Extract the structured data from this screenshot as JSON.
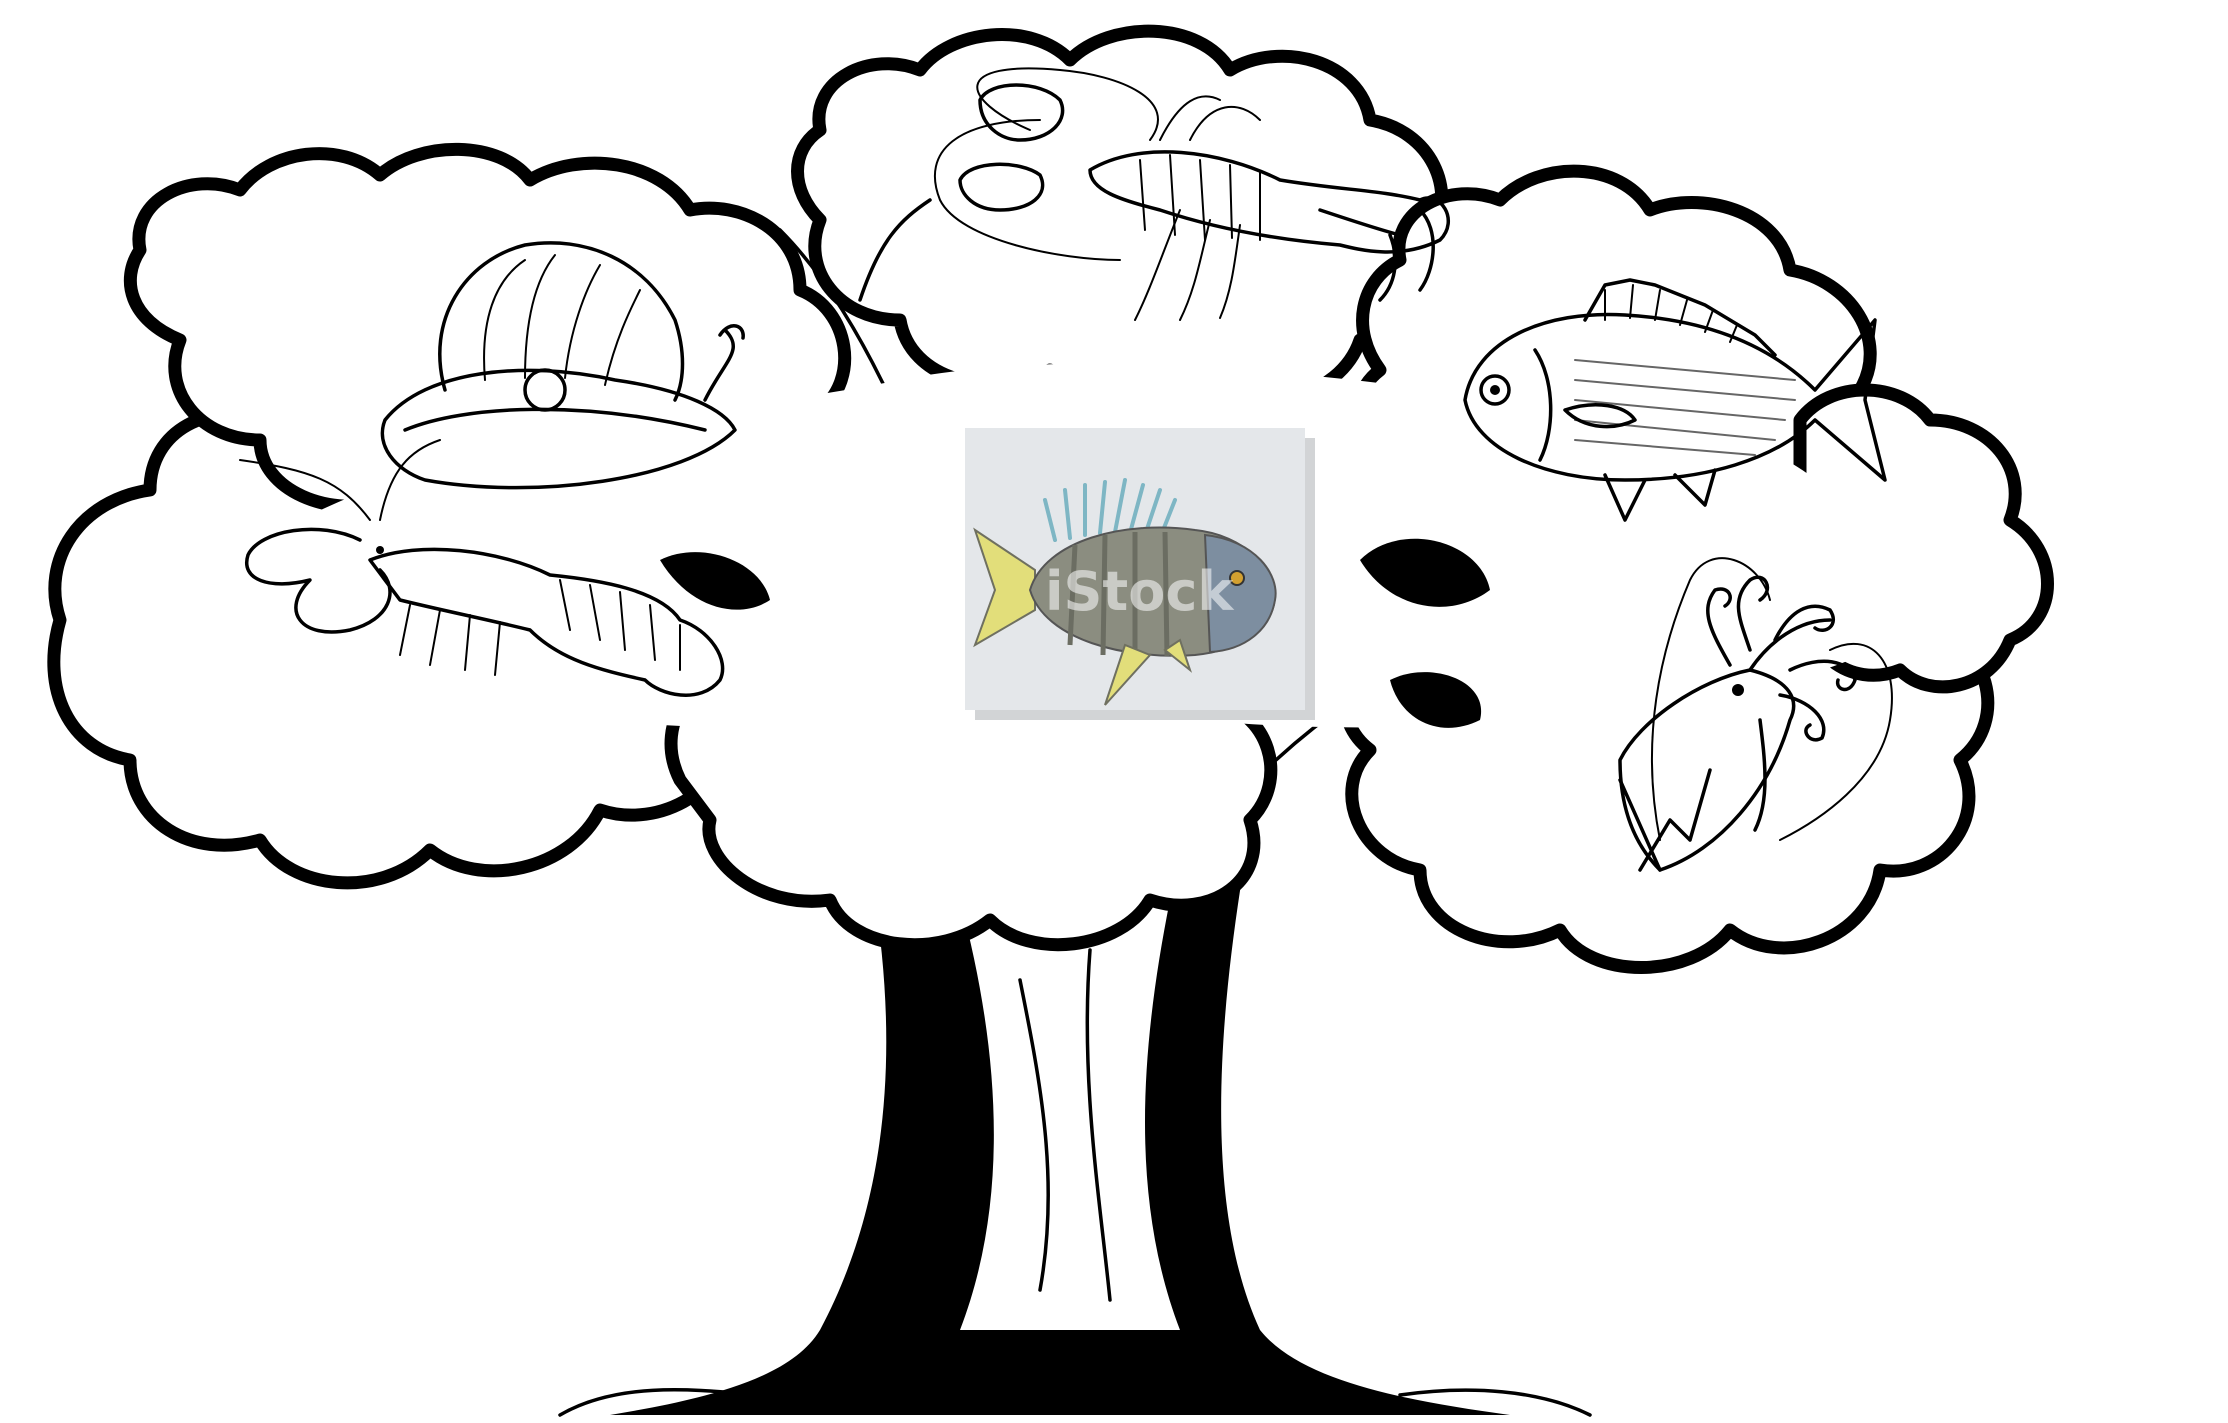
{
  "photo": {
    "watermark": "iStock"
  },
  "colors": {
    "ink": "#000000",
    "paper": "#ffffff",
    "photo_bg": "#e4e7ea",
    "photo_fish_body": "#8b8d80",
    "photo_fin_yellow": "#e2de7a",
    "photo_fin_blue": "#7eb6c4"
  },
  "icons": [
    "tree",
    "oyster-pearl-icon",
    "lobster-icon",
    "crayfish-icon",
    "sea-bream-icon",
    "squid-icon",
    "rabbitfish-photo"
  ]
}
